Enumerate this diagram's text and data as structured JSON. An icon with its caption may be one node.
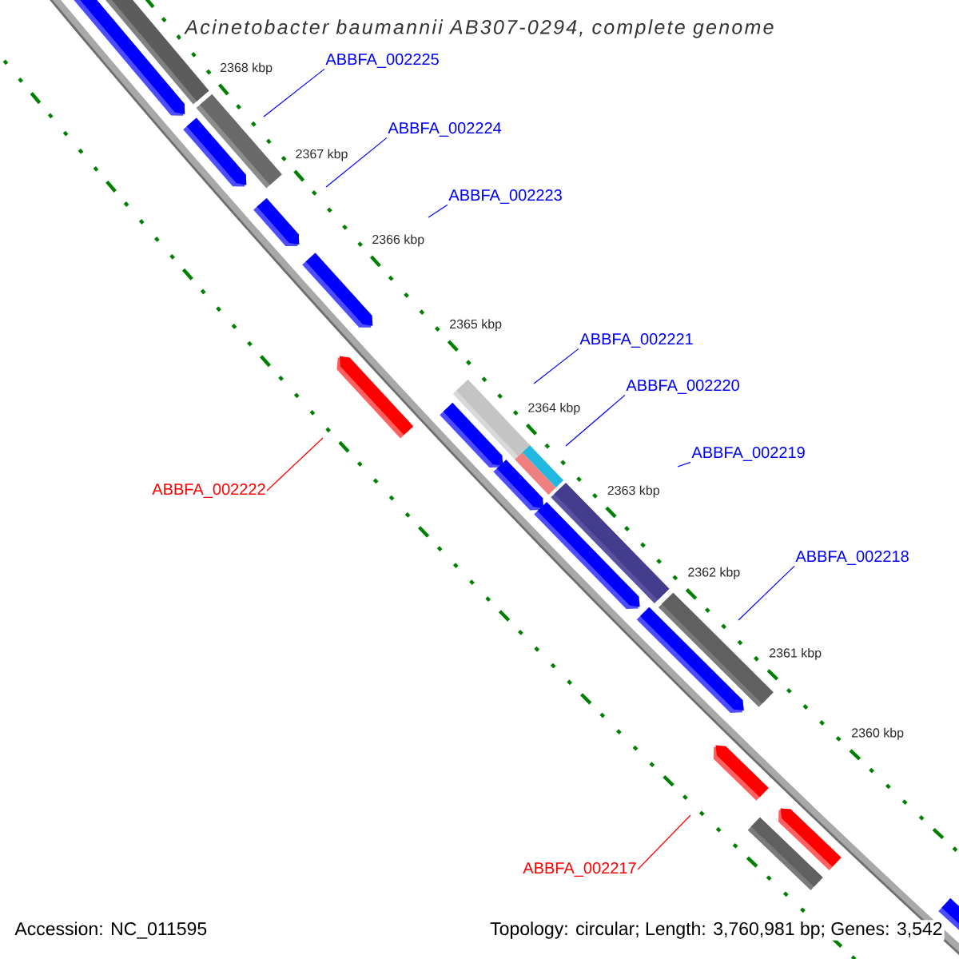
{
  "diagram": {
    "title": "Acinetobacter baumannii AB307-0294, complete genome",
    "nodes": [
      {
        "text": [
          "ABBFA_002225"
        ]
      },
      {
        "text": [
          "ABBFA_002224"
        ]
      },
      {
        "text": [
          "ABBFA_002223"
        ]
      },
      {
        "text": [
          "ABBFA_002221"
        ]
      },
      {
        "text": [
          "ABBFA_002220"
        ]
      },
      {
        "text": [
          "ABBFA_002219"
        ]
      },
      {
        "text": [
          "ABBFA_002222"
        ]
      },
      {
        "text": [
          "ABBFA_002218"
        ]
      },
      {
        "text": [
          "ABBFA_002217"
        ]
      }
    ],
    "edges": [
      {
        "from": 0,
        "to": null,
        "arrow": "none"
      },
      {
        "from": 1,
        "to": null,
        "arrow": "none"
      },
      {
        "from": 2,
        "to": null,
        "arrow": "none"
      },
      {
        "from": 3,
        "to": null,
        "arrow": "none"
      },
      {
        "from": 4,
        "to": null,
        "arrow": "none"
      },
      {
        "from": 5,
        "to": null,
        "arrow": "none"
      },
      {
        "from": 6,
        "to": null,
        "arrow": "none",
        "color": "#ff0000"
      },
      {
        "from": 7,
        "to": null,
        "arrow": "none"
      },
      {
        "from": 8,
        "to": null,
        "arrow": "none",
        "color": "#ff0000"
      }
    ],
    "labels": [
      "2368 kbp",
      "2367 kbp",
      "2366 kbp",
      "2365 kbp",
      "2364 kbp",
      "2363 kbp",
      "2362 kbp",
      "2361 kbp",
      "2360 kbp",
      "Accession: NC_011595",
      "Topology: circular; Length: 3,760,981 bp; Genes: 3,542"
    ]
  }
}
